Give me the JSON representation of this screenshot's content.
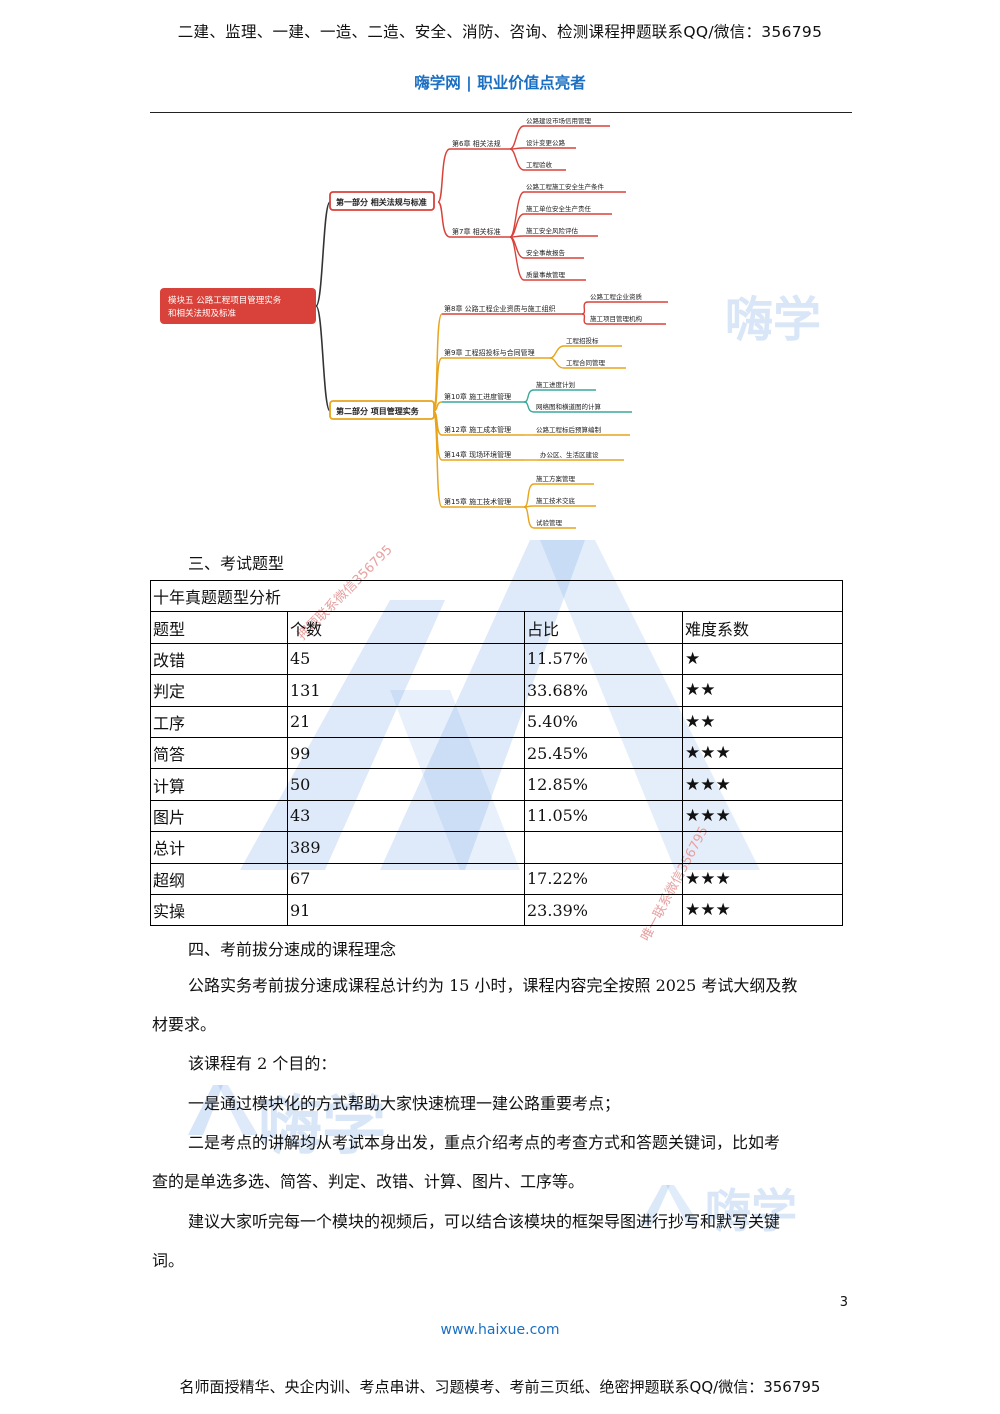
{
  "header": {
    "courses": "二建、监理、一建、一造、二造、安全、消防、咨询、检测课程押题联系QQ/微信：356795",
    "brand": "嗨学网 | 职业价值点亮者"
  },
  "mindmap": {
    "root": "模块五 公路工程项目管理实务和相关法规及标准",
    "parts": [
      {
        "label": "第一部分 相关法规与标准",
        "color": "#d9423a",
        "chapters": [
          {
            "label": "第6章 相关法规",
            "items": [
              "公路建设市场信用管理",
              "设计变更公路",
              "工程验收"
            ]
          },
          {
            "label": "第7章 相关标准",
            "items": [
              "公路工程施工安全生产条件",
              "施工单位安全生产责任",
              "施工安全风险评估",
              "安全事故报告",
              "质量事故管理"
            ]
          }
        ]
      },
      {
        "label": "第二部分 项目管理实务",
        "color": "#e8a41a",
        "chapters": [
          {
            "label": "第8章 公路工程企业资质与施工组织",
            "items": [
              "公路工程企业资质",
              "施工项目管理机构"
            ]
          },
          {
            "label": "第9章 工程招投标与合同管理",
            "items": [
              "工程招投标",
              "工程合同管理"
            ]
          },
          {
            "label": "第10章 施工进度管理",
            "items": [
              "施工进度计划",
              "网络图和横道图的计算"
            ]
          },
          {
            "label": "第12章 施工成本管理",
            "items": [
              "公路工程标后预算编制"
            ]
          },
          {
            "label": "第14章 现场环境管理",
            "items": [
              "办公区、生活区建设"
            ]
          },
          {
            "label": "第15章 施工技术管理",
            "items": [
              "施工方案管理",
              "施工技术交底",
              "试验管理"
            ]
          }
        ]
      }
    ]
  },
  "section3": {
    "title": "三、考试题型"
  },
  "table": {
    "caption": "十年真题题型分析",
    "headers": [
      "题型",
      "个数",
      "占比",
      "难度系数"
    ],
    "rows": [
      [
        "改错",
        "45",
        "11.57%",
        "★"
      ],
      [
        "判定",
        "131",
        "33.68%",
        "★★"
      ],
      [
        "工序",
        "21",
        "5.40%",
        "★★"
      ],
      [
        "简答",
        "99",
        "25.45%",
        "★★★"
      ],
      [
        "计算",
        "50",
        "12.85%",
        "★★★"
      ],
      [
        "图片",
        "43",
        "11.05%",
        "★★★"
      ],
      [
        "总计",
        "389",
        "",
        ""
      ],
      [
        "超纲",
        "67",
        "17.22%",
        "★★★"
      ],
      [
        "实操",
        "91",
        "23.39%",
        "★★★"
      ]
    ]
  },
  "section4": {
    "title": "四、考前拔分速成的课程理念",
    "p1_line1": "公路实务考前拔分速成课程总计约为 15 小时，课程内容完全按照 2025 考试大纲及教",
    "p1_line2": "材要求。",
    "p2": "该课程有 2 个目的：",
    "p3": "一是通过模块化的方式帮助大家快速梳理一建公路重要考点；",
    "p4_line1": "二是考点的讲解均从考试本身出发，重点介绍考点的考查方式和答题关键词，比如考",
    "p4_line2": "查的是单选多选、简答、判定、改错、计算、图片、工序等。",
    "p5_line1": "建议大家听完每一个模块的视频后，可以结合该模块的框架导图进行抄写和默写关键",
    "p5_line2": "词。"
  },
  "watermark": {
    "text1": "押题联系微信356795",
    "text2": "唯一联系微信356795",
    "brand": "嗨学"
  },
  "page_number": "3",
  "footer": {
    "url": "www.haixue.com",
    "services": "名师面授精华、央企内训、考点串讲、习题模考、考前三页纸、绝密押题联系QQ/微信：356795"
  }
}
